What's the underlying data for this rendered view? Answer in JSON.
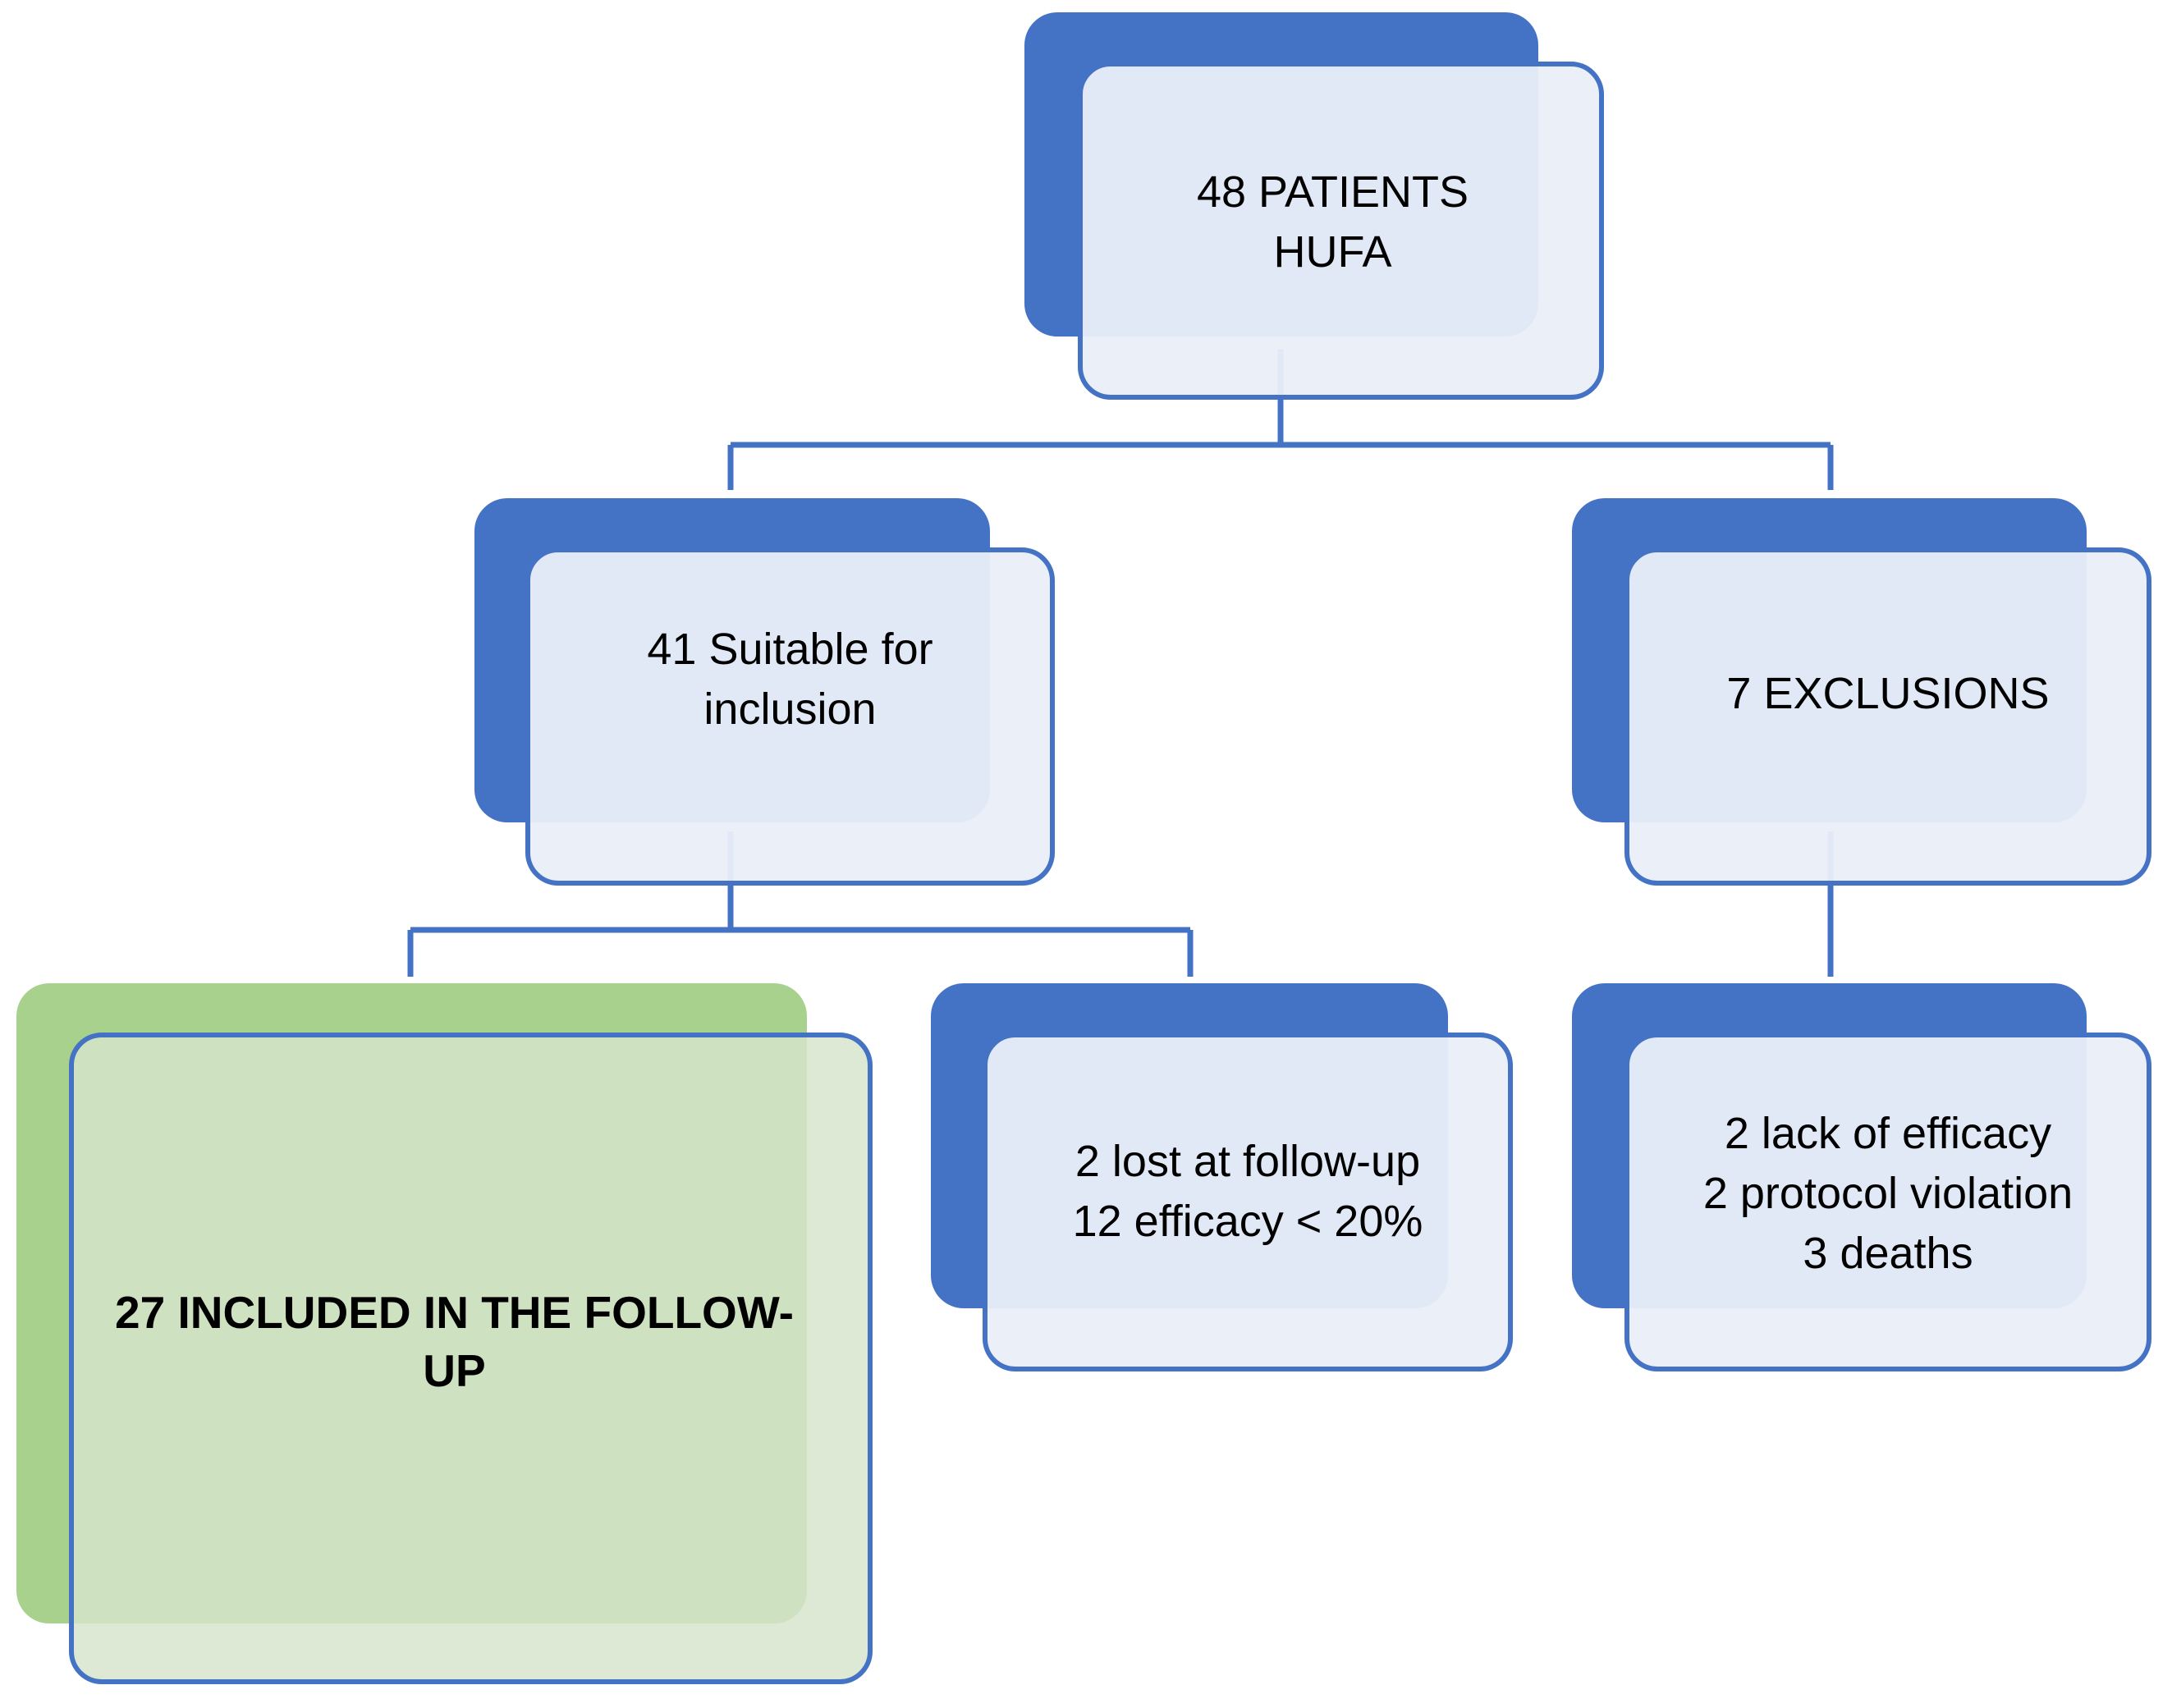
{
  "diagram": {
    "colors": {
      "primary_blue": "#4472C4",
      "light_fill": "#E9EEF8",
      "green_back": "#A9D18E",
      "green_front": "#D5E4CA"
    },
    "nodes": {
      "root": {
        "lines": [
          "48 PATIENTS",
          "HUFA"
        ]
      },
      "suitable": {
        "lines": [
          "41 Suitable for",
          "inclusion"
        ]
      },
      "exclusions": {
        "lines": [
          "7 EXCLUSIONS"
        ]
      },
      "included": {
        "lines": [
          "27 INCLUDED IN THE FOLLOW-",
          "UP"
        ]
      },
      "lost": {
        "lines": [
          "2 lost at follow-up",
          "12 efficacy < 20%"
        ]
      },
      "exclusion_reasons": {
        "lines": [
          "2 lack of efficacy",
          "2 protocol violation",
          "3 deaths"
        ]
      }
    }
  }
}
